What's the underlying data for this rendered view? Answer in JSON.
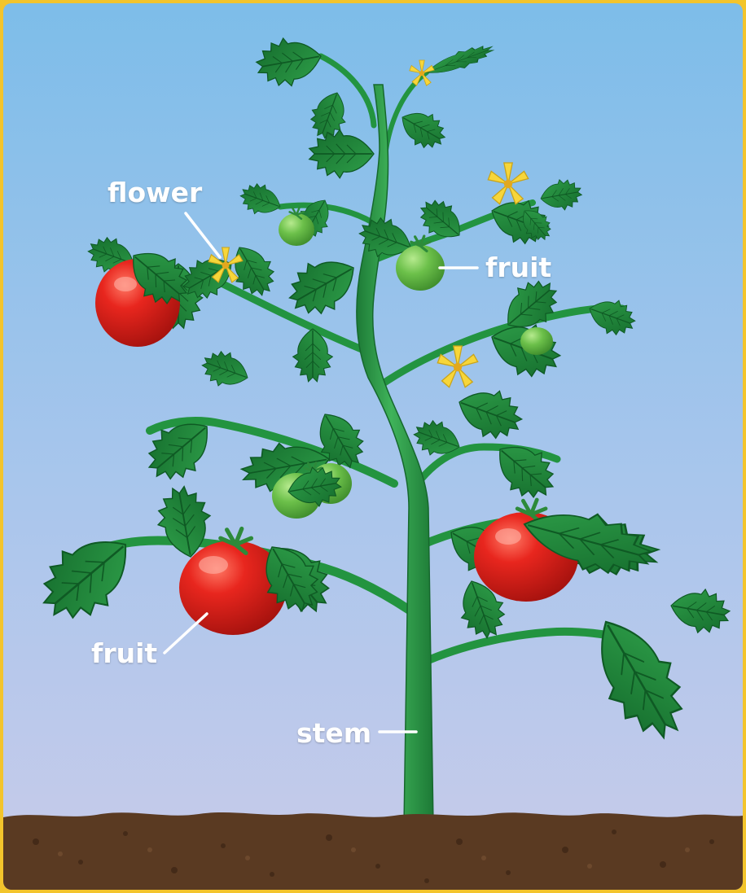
{
  "labels": {
    "flower": "flower",
    "fruit_upper": "fruit",
    "fruit_lower": "fruit",
    "stem": "stem"
  },
  "colors": {
    "sky_top": "#7dbde9",
    "sky_bottom": "#c7cbea",
    "soil": "#5a3a22",
    "leaf": "#1f8a3b",
    "stem": "#2a9a45",
    "ripe_tomato": "#e0231c",
    "green_tomato": "#6cc04a",
    "flower": "#f7d63a",
    "border": "#f3c42c",
    "label_text": "#ffffff"
  }
}
